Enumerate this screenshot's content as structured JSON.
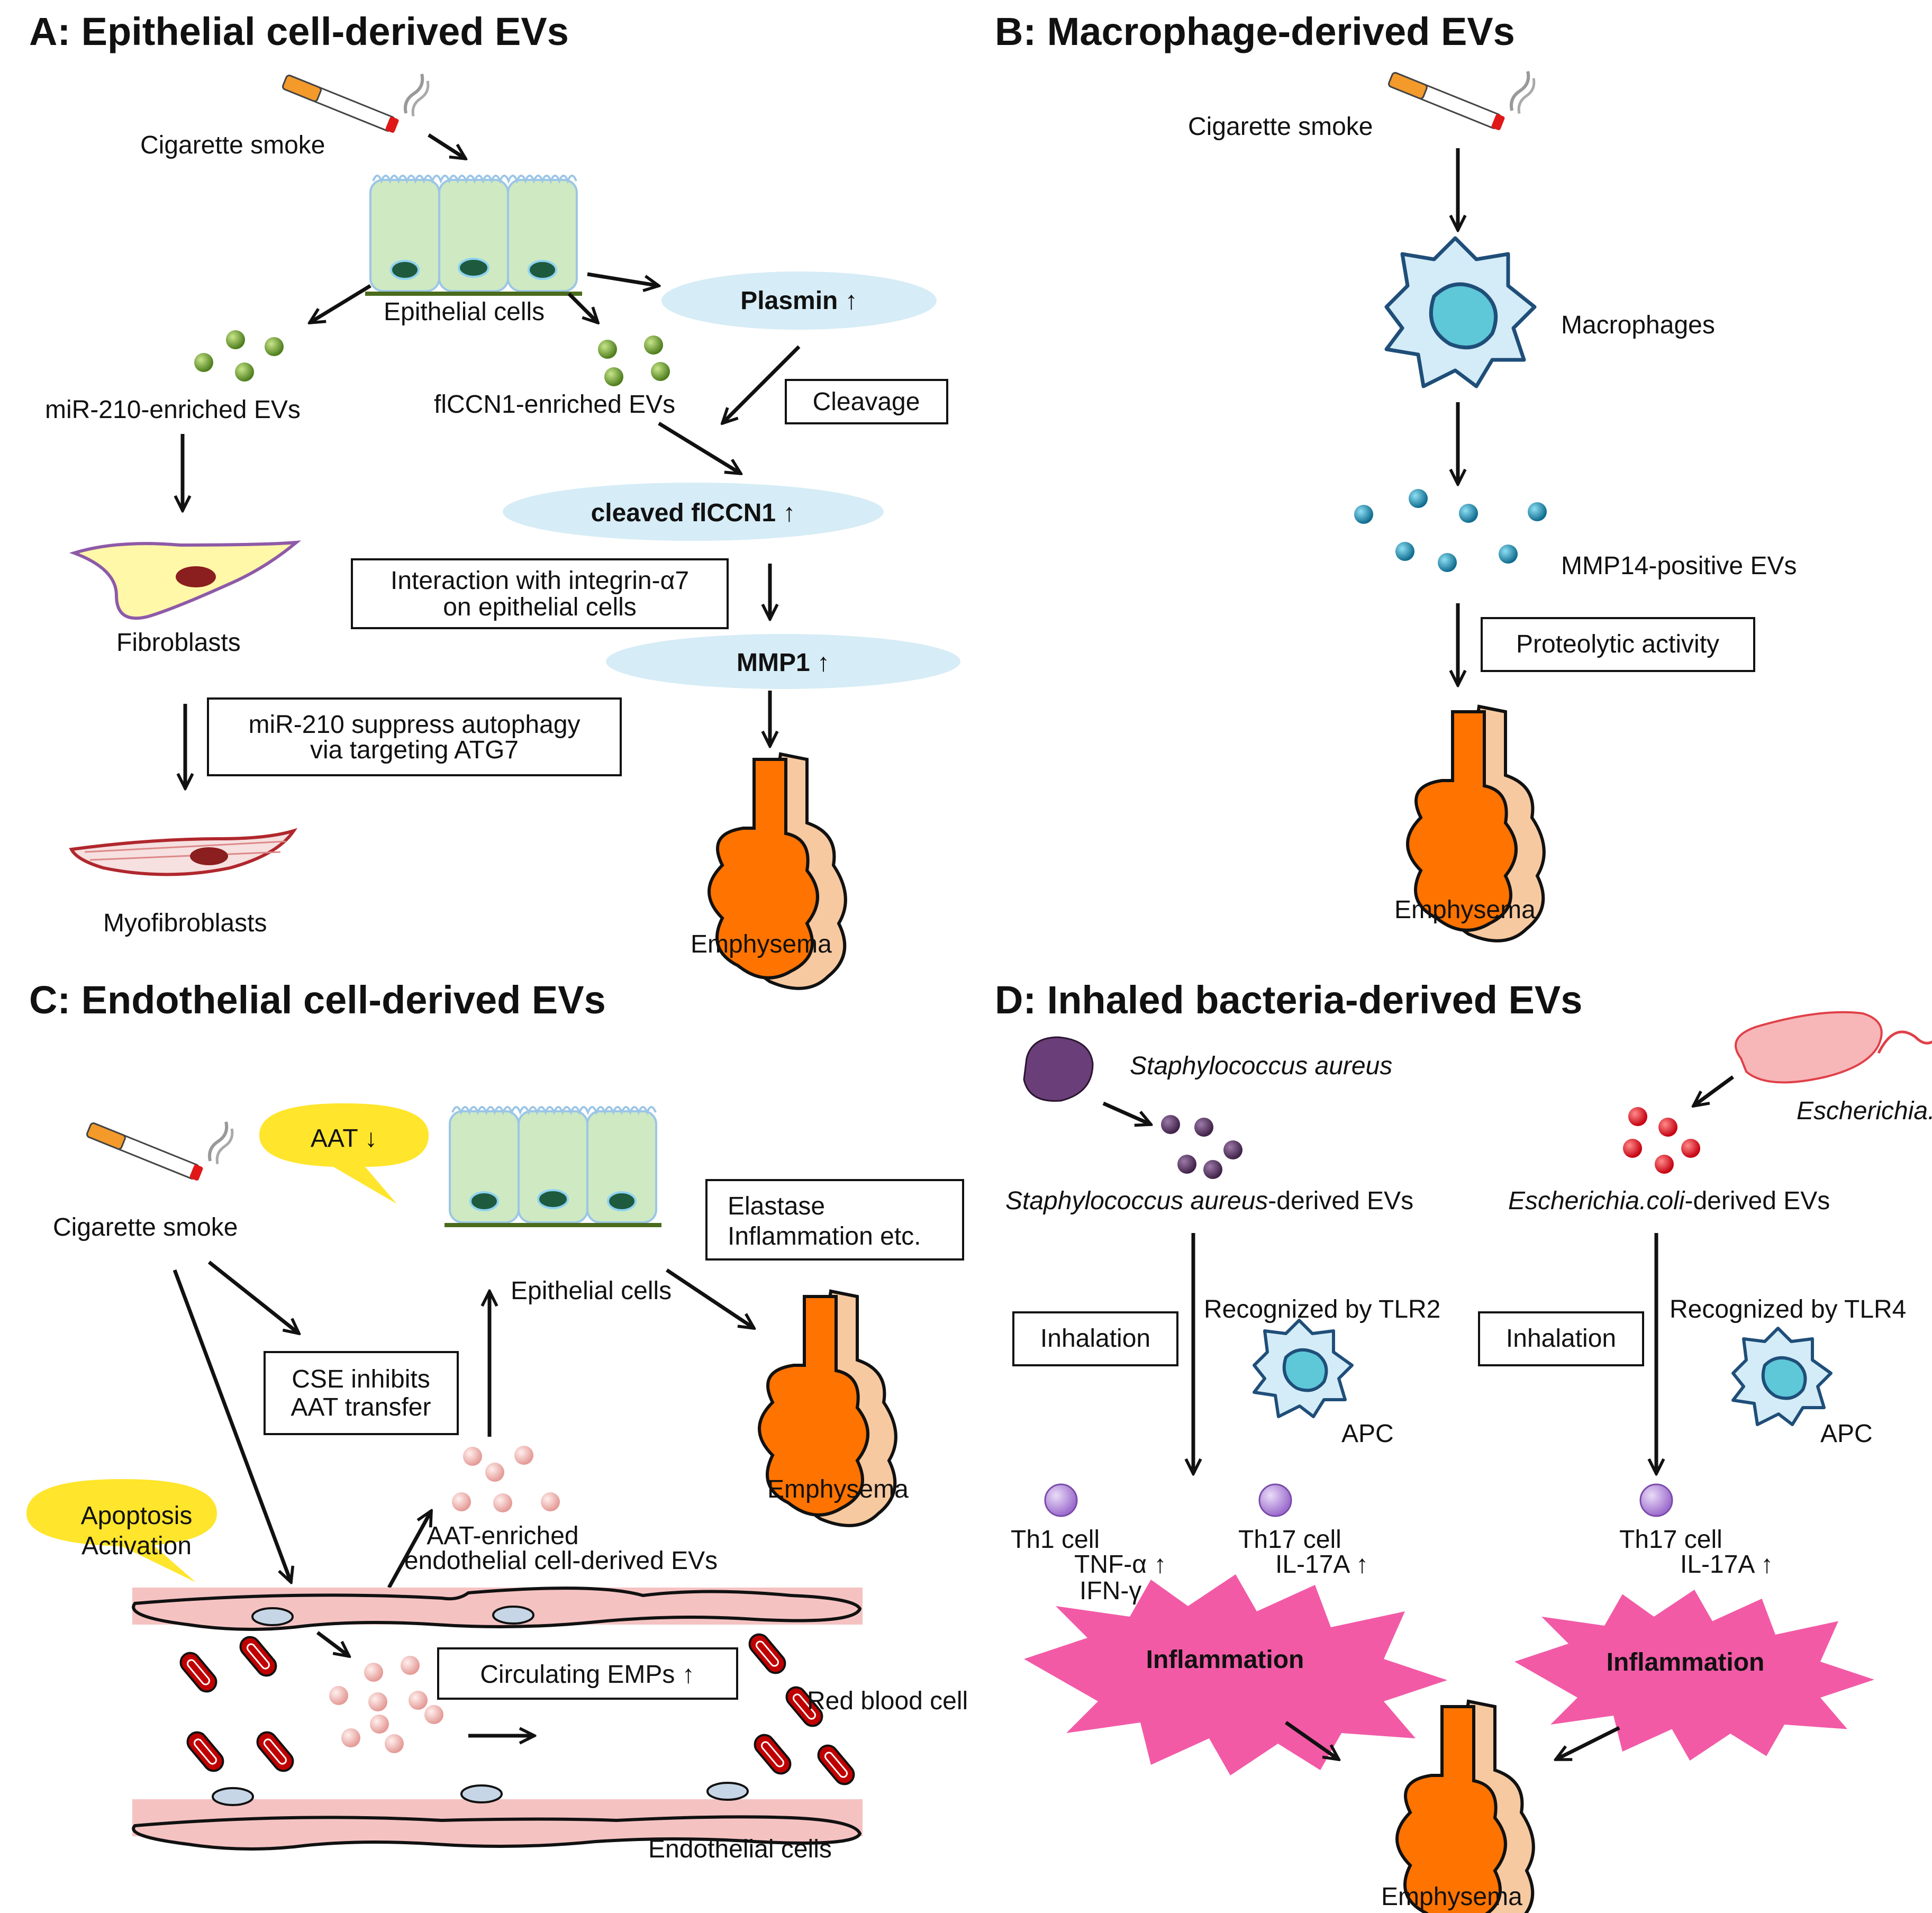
{
  "colors": {
    "epithelial_fill": "#cfe9c2",
    "epithelial_stroke": "#9cc6e6",
    "nucleus": "#1e5a3e",
    "green_ev": "#5a8a22",
    "mediator_fill": "#d6ecf6",
    "blue_ev": "#1f8db0",
    "macrophage_fill": "#d4ecf7",
    "macrophage_stroke": "#1f4e79",
    "fibroblast_fill": "#fff8a8",
    "fibroblast_stroke": "#8e5aa8",
    "myofibroblast_stroke": "#b0272d",
    "emphysema": "#ff7300",
    "emphysema_back": "#f7c9a0",
    "callout": "#ffe52c",
    "vessel": "#f5c2c2",
    "pink_ev": "#f3b7b4",
    "rbc": "#c00000",
    "staph": "#6a3e78",
    "ecoli_ev": "#e8141c",
    "ecoli_body": "#f7b6b8",
    "inflammation": "#f25aa6",
    "t_cell": "#b28cdc"
  },
  "panelA": {
    "title": "A: Epithelial cell-derived EVs",
    "smoke_label": "Cigarette smoke",
    "epithelial_label": "Epithelial cells",
    "plasmin_label": "Plasmin ↑",
    "mir210_evs_label": "miR-210-enriched EVs",
    "flccn1_evs_label": "flCCN1-enriched EVs",
    "cleavage_label": "Cleavage",
    "cleaved_label": "cleaved flCCN1 ↑",
    "integrin_line1": "Interaction with integrin-α7",
    "integrin_line2": "on epithelial cells",
    "mmp1_label": "MMP1 ↑",
    "fibroblasts_label": "Fibroblasts",
    "mir210_line1": "miR-210 suppress autophagy",
    "mir210_line2": "via targeting ATG7",
    "myofibroblasts_label": "Myofibroblasts",
    "emphysema_label": "Emphysema"
  },
  "panelB": {
    "title": "B: Macrophage-derived EVs",
    "smoke_label": "Cigarette smoke",
    "macrophages_label": "Macrophages",
    "mmp14_label": "MMP14-positive EVs",
    "proteolytic_label": "Proteolytic activity",
    "emphysema_label": "Emphysema"
  },
  "panelC": {
    "title": "C: Endothelial cell-derived EVs",
    "smoke_label": "Cigarette smoke",
    "aat_callout": "AAT ↓",
    "epithelial_label": "Epithelial cells",
    "elastase_line1": "Elastase",
    "elastase_line2": "Inflammation etc.",
    "cse_line1": "CSE inhibits",
    "cse_line2": "AAT transfer",
    "emphysema_label": "Emphysema",
    "apoptosis_line1": "Apoptosis",
    "apoptosis_line2": "Activation",
    "aat_evs_line1": "AAT-enriched",
    "aat_evs_line2": "endothelial cell-derived EVs",
    "emps_label": "Circulating EMPs ↑",
    "rbc_label": "Red blood cell",
    "endothelial_label": "Endothelial cells"
  },
  "panelD": {
    "title": "D: Inhaled bacteria-derived EVs",
    "staph_name": "Staphylococcus aureus",
    "staph_evs_italic": "Staphylococcus aureus",
    "staph_evs_suffix": "-derived EVs",
    "ecoli_name": "Escherichia.coli",
    "ecoli_evs_italic": "Escherichia.coli",
    "ecoli_evs_suffix": "-derived EVs",
    "inhalation_label": "Inhalation",
    "tlr2_label": "Recognized by TLR2",
    "tlr4_label": "Recognized by TLR4",
    "apc_label": "APC",
    "th1_label": "Th1 cell",
    "tnf_label": "TNF-α ↑",
    "ifn_label": "IFN-γ ↑",
    "th17_label": "Th17 cell",
    "il17_label": "IL-17A  ↑",
    "inflammation_label": "Inflammation",
    "emphysema_label": "Emphysema"
  }
}
